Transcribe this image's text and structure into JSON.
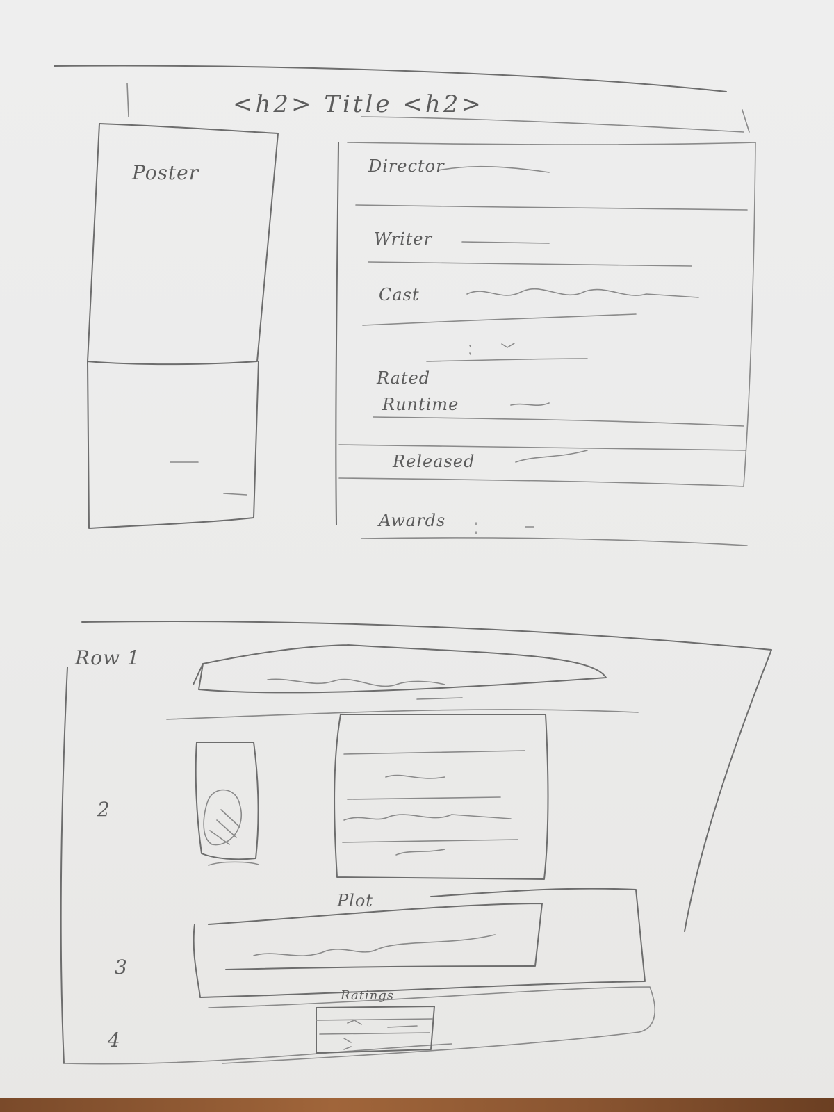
{
  "header": {
    "title_sketch": "<h2> Title <h2>"
  },
  "poster": {
    "label": "Poster"
  },
  "info_panel": {
    "fields": [
      {
        "label": "Director"
      },
      {
        "label": "Writer"
      },
      {
        "label": "Cast"
      },
      {
        "label": "Rated"
      },
      {
        "label": "Runtime"
      },
      {
        "label": "Released"
      },
      {
        "label": "Awards"
      }
    ]
  },
  "rows": {
    "labels": [
      "Row 1",
      "2",
      "3",
      "4"
    ]
  },
  "plot": {
    "label": "Plot"
  },
  "ratings": {
    "label": "Ratings"
  }
}
